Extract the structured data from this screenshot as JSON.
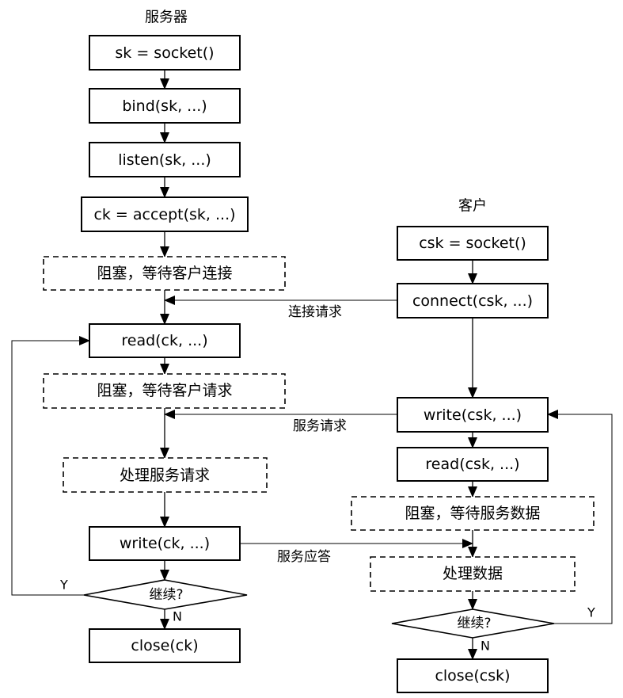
{
  "server": {
    "title": "服务器",
    "steps": {
      "socket": "sk = socket()",
      "bind": "bind(sk, ...)",
      "listen": "listen(sk, ...)",
      "accept": "ck = accept(sk, ...)",
      "block_connect": "阻塞，等待客户连接",
      "read": "read(ck, ...)",
      "block_request": "阻塞，等待客户请求",
      "process": "处理服务请求",
      "write": "write(ck, ...)",
      "decision": "继续?",
      "close": "close(ck)"
    },
    "yes_label": "Y",
    "no_label": "N"
  },
  "client": {
    "title": "客户",
    "steps": {
      "socket": "csk = socket()",
      "connect": "connect(csk, ...)",
      "write": "write(csk, ...)",
      "read": "read(csk, ...)",
      "block_data": "阻塞，等待服务数据",
      "process": "处理数据",
      "decision": "继续?",
      "close": "close(csk)"
    },
    "yes_label": "Y",
    "no_label": "N"
  },
  "messages": {
    "connect_request": "连接请求",
    "service_request": "服务请求",
    "service_response": "服务应答"
  },
  "colors": {
    "stroke": "#000000",
    "background": "#ffffff"
  }
}
